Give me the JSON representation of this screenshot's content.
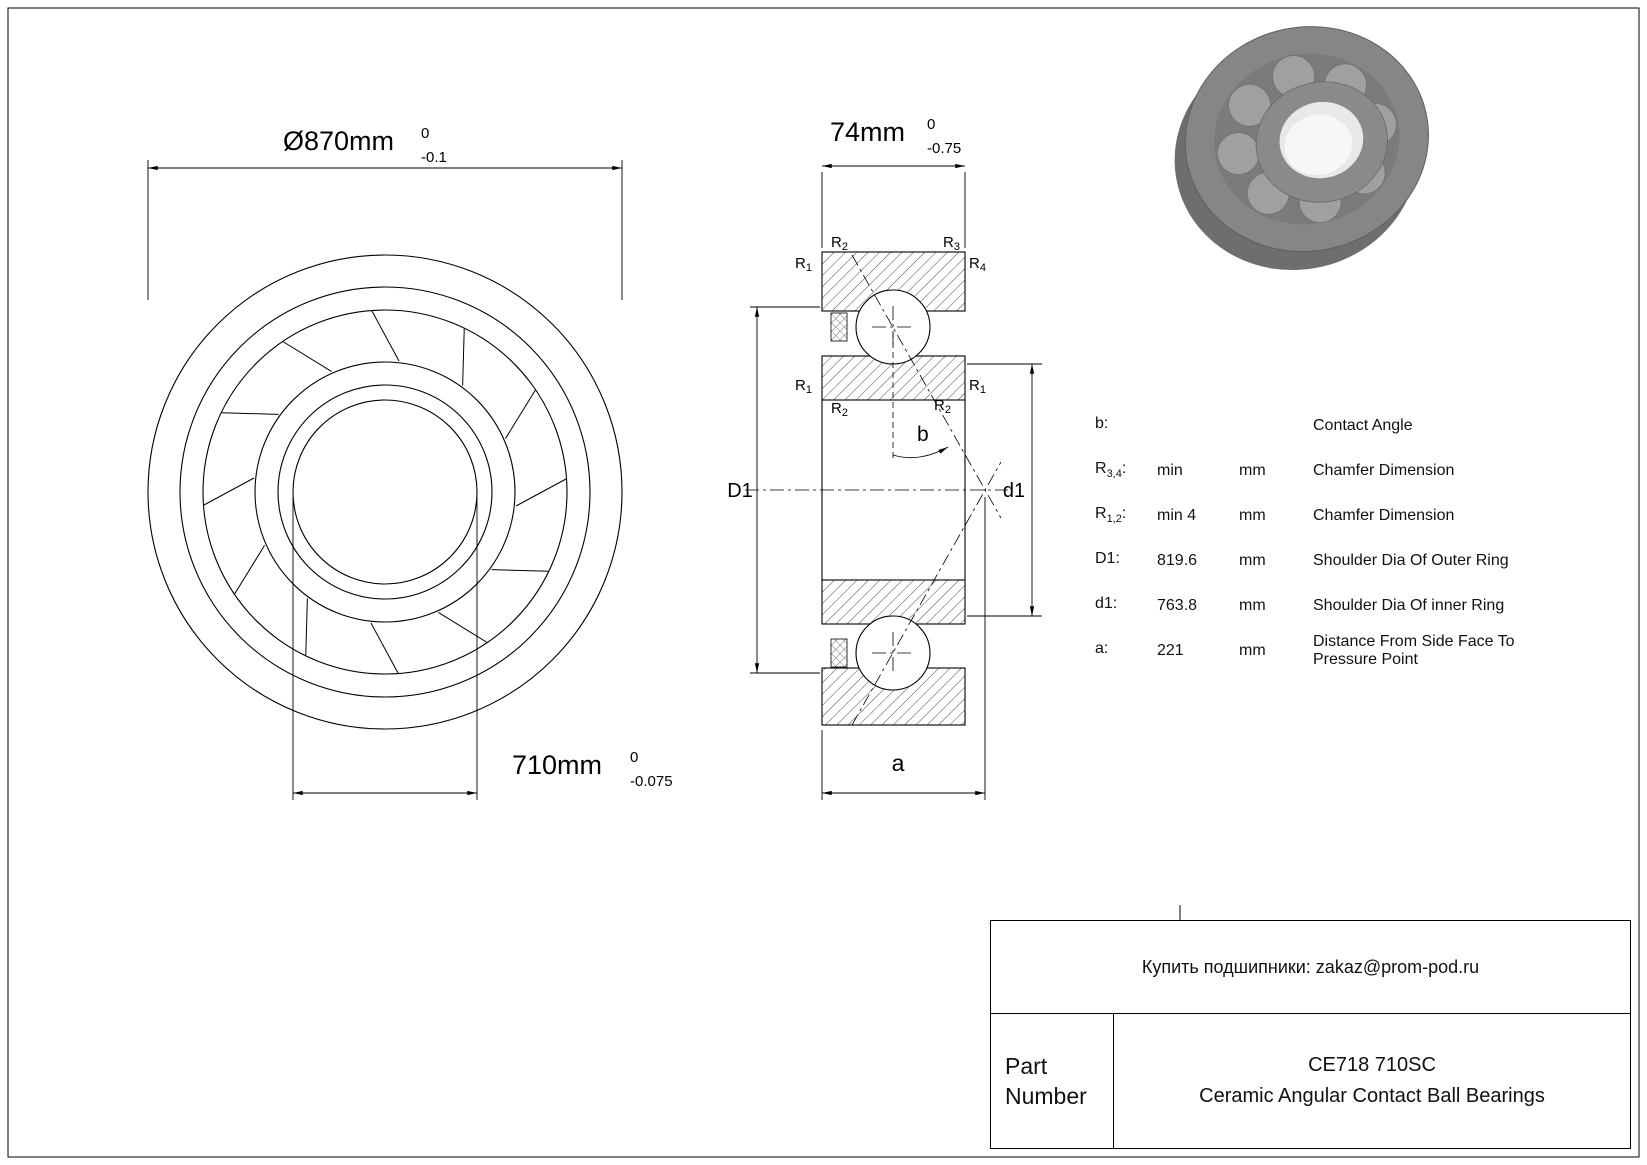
{
  "front_view": {
    "outer_dim": {
      "value": "Ø870mm",
      "tol_top": "0",
      "tol_bottom": "-0.1"
    },
    "bore_dim": {
      "value": "710mm",
      "tol_top": "0",
      "tol_bottom": "-0.075"
    }
  },
  "section_view": {
    "width_dim": {
      "value": "74mm",
      "tol_top": "0",
      "tol_bottom": "-0.75"
    },
    "outer_shoulder_label": "D1",
    "inner_shoulder_label": "d1",
    "angle_label": "b",
    "distance_label": "a",
    "r_labels": [
      {
        "pre": "R",
        "sub": "1"
      },
      {
        "pre": "R",
        "sub": "2"
      },
      {
        "pre": "R",
        "sub": "3"
      },
      {
        "pre": "R",
        "sub": "4"
      },
      {
        "pre": "R",
        "sub": "1"
      },
      {
        "pre": "R",
        "sub": "1"
      },
      {
        "pre": "R",
        "sub": "2"
      },
      {
        "pre": "R",
        "sub": "2"
      }
    ]
  },
  "spec_table": {
    "rows": [
      {
        "pre": "b",
        "sub": "",
        "post": ":",
        "value": "",
        "unit": "",
        "desc": "Contact Angle"
      },
      {
        "pre": "R",
        "sub": "3,4",
        "post": ":",
        "value": "min",
        "unit": "mm",
        "desc": "Chamfer Dimension"
      },
      {
        "pre": "R",
        "sub": "1,2",
        "post": ":",
        "value": "min 4",
        "unit": "mm",
        "desc": "Chamfer Dimension"
      },
      {
        "pre": "D1",
        "sub": "",
        "post": ":",
        "value": "819.6",
        "unit": "mm",
        "desc": "Shoulder Dia Of Outer Ring"
      },
      {
        "pre": "d1",
        "sub": "",
        "post": ":",
        "value": "763.8",
        "unit": "mm",
        "desc": "Shoulder Dia Of inner Ring"
      },
      {
        "pre": "a",
        "sub": "",
        "post": ":",
        "value": "221",
        "unit": "mm",
        "desc": "Distance From Side Face To Pressure Point"
      }
    ]
  },
  "title_block": {
    "contact_line": "Купить подшипники: zakaz@prom-pod.ru",
    "part_label_line1": "Part",
    "part_label_line2": "Number",
    "part_number": "CE718 710SC",
    "part_description": "Ceramic Angular Contact Ball Bearings"
  },
  "bearing_render": {
    "body_color": "#868686",
    "ring_color": "#7b7b7b",
    "ball_color": "#a0a0a0",
    "bore_color": "#f5f5f5"
  }
}
